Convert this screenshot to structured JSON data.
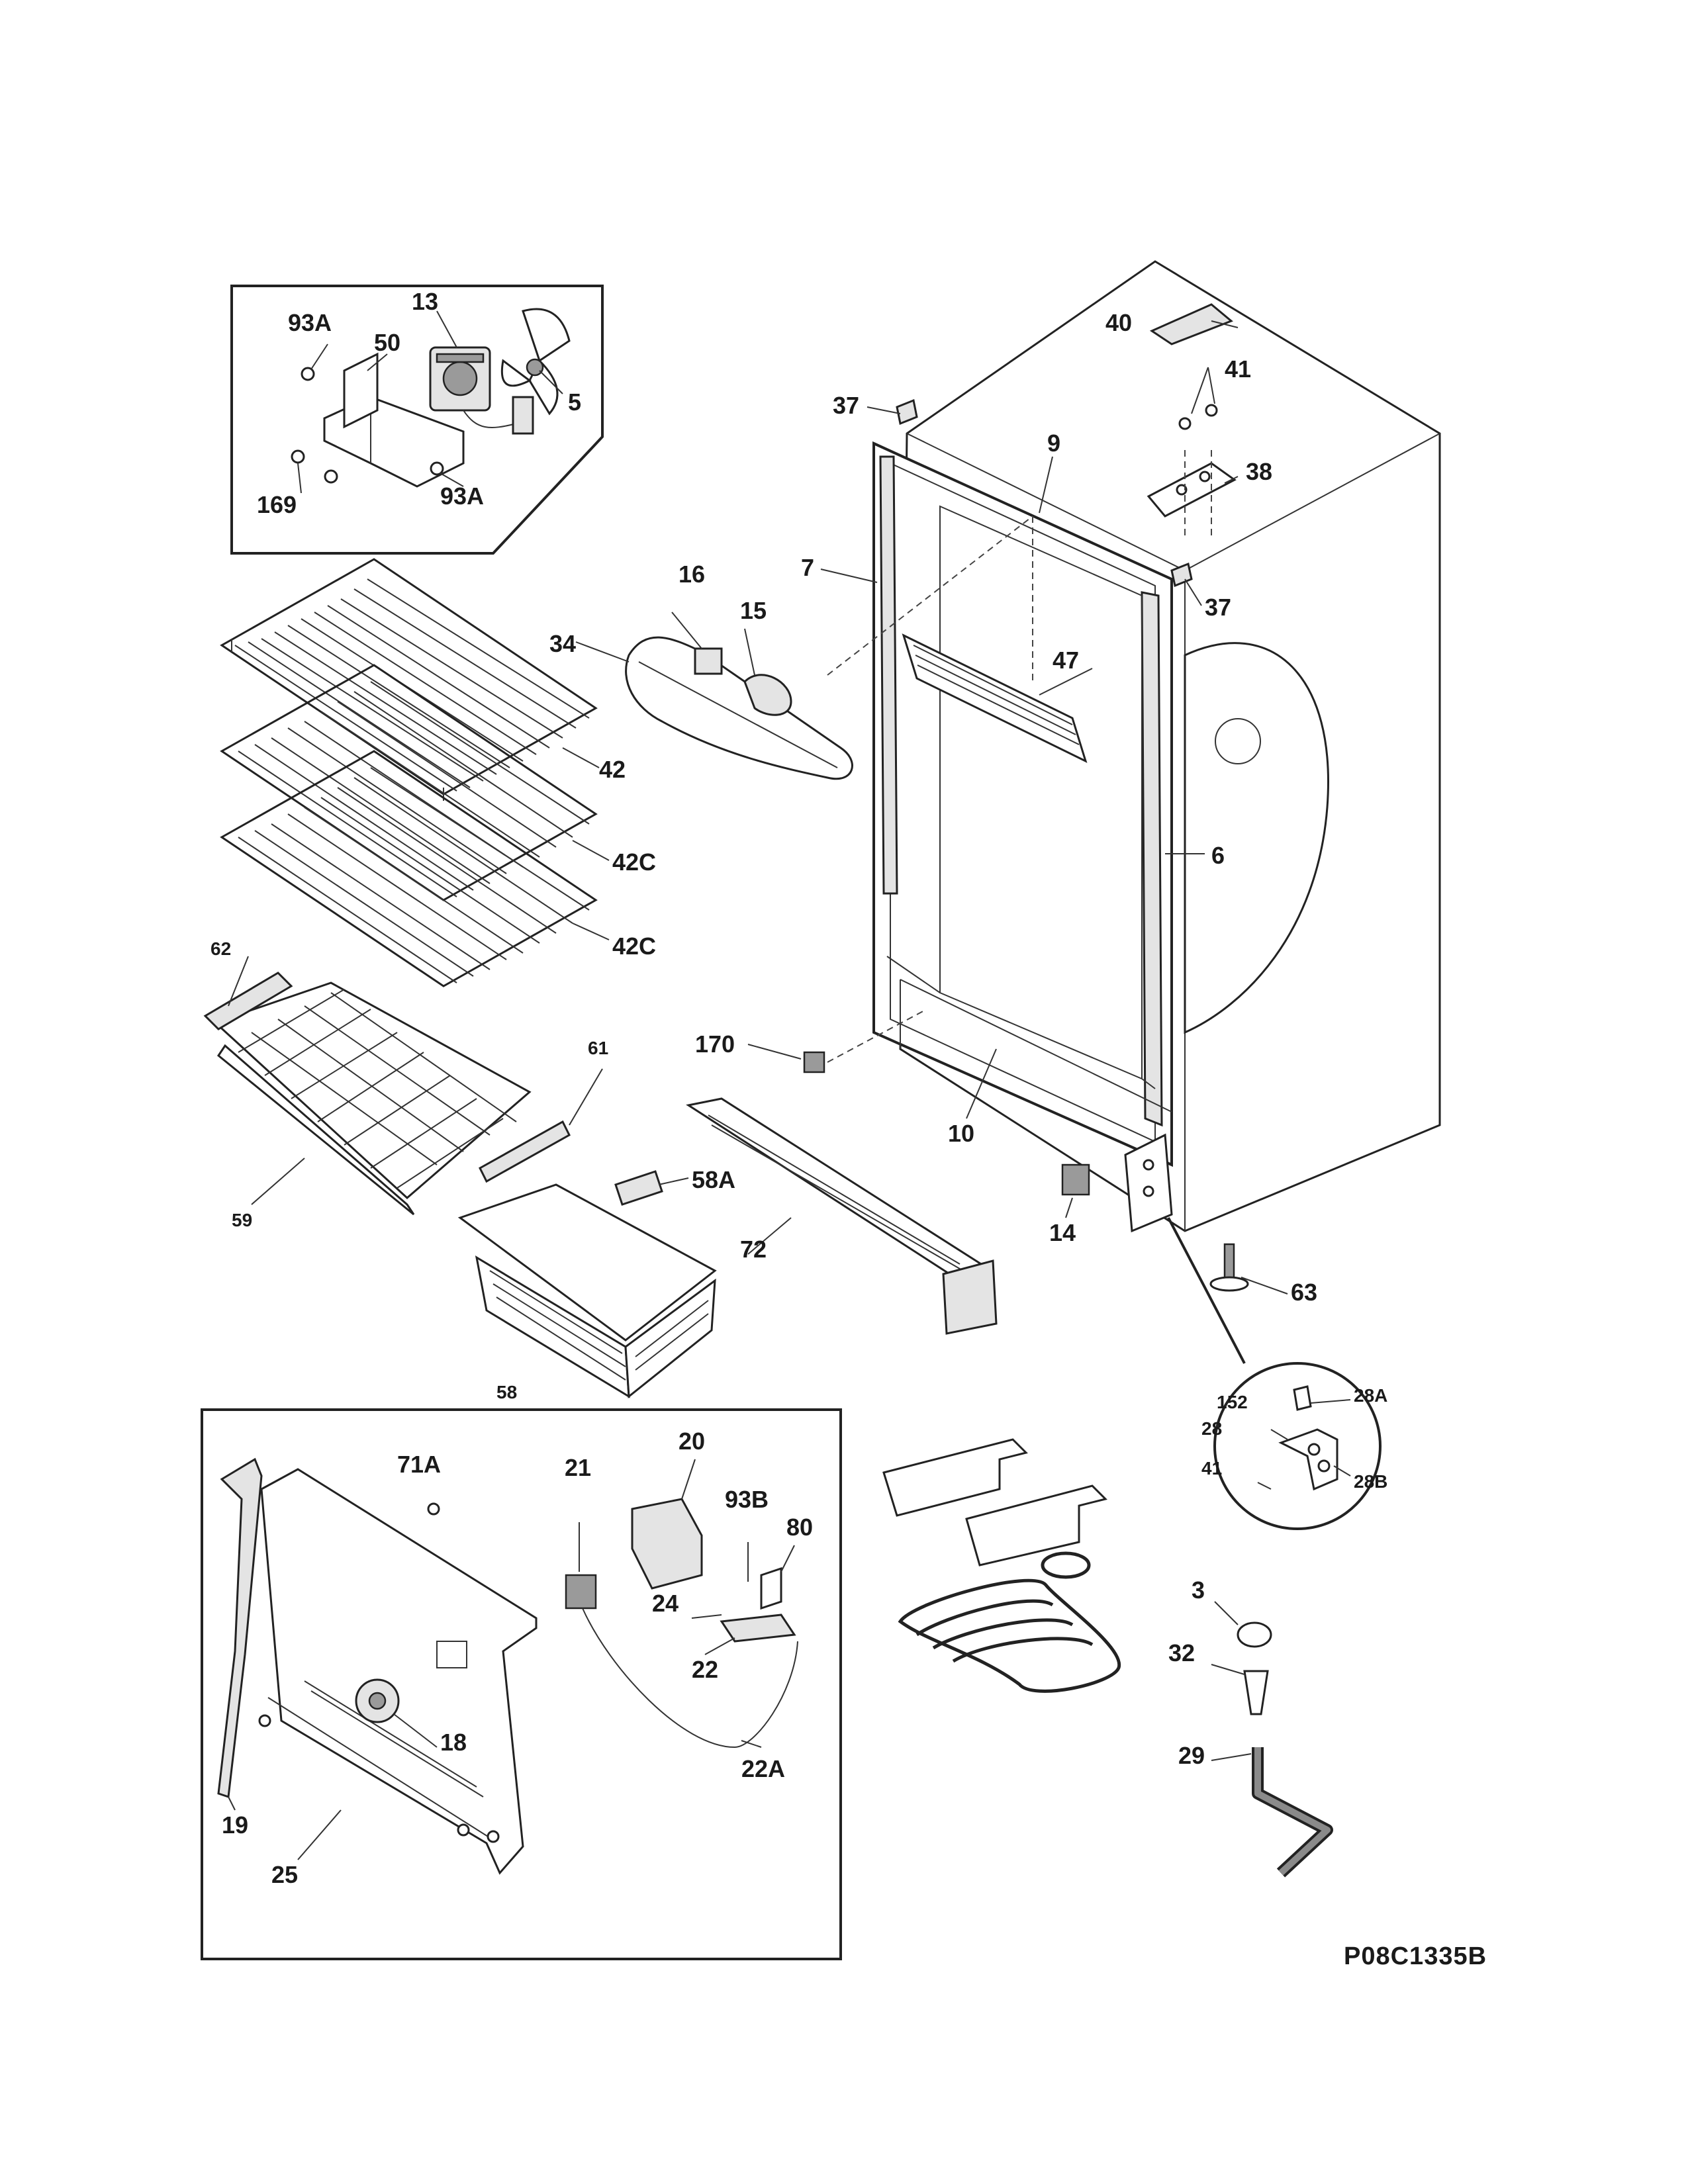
{
  "diagram_id": "P08C1335B",
  "callouts": [
    {
      "key": "13",
      "text": "13"
    },
    {
      "key": "93A_top",
      "text": "93A"
    },
    {
      "key": "50",
      "text": "50"
    },
    {
      "key": "5",
      "text": "5"
    },
    {
      "key": "169",
      "text": "169"
    },
    {
      "key": "93A_bottom",
      "text": "93A"
    },
    {
      "key": "40",
      "text": "40"
    },
    {
      "key": "41_top",
      "text": "41"
    },
    {
      "key": "37_left",
      "text": "37"
    },
    {
      "key": "9",
      "text": "9"
    },
    {
      "key": "38",
      "text": "38"
    },
    {
      "key": "7",
      "text": "7"
    },
    {
      "key": "16",
      "text": "16"
    },
    {
      "key": "15",
      "text": "15"
    },
    {
      "key": "37_right",
      "text": "37"
    },
    {
      "key": "34",
      "text": "34"
    },
    {
      "key": "47",
      "text": "47"
    },
    {
      "key": "42",
      "text": "42"
    },
    {
      "key": "6",
      "text": "6"
    },
    {
      "key": "42C_a",
      "text": "42C"
    },
    {
      "key": "42C_b",
      "text": "42C"
    },
    {
      "key": "62",
      "text": "62"
    },
    {
      "key": "170",
      "text": "170"
    },
    {
      "key": "61",
      "text": "61"
    },
    {
      "key": "10",
      "text": "10"
    },
    {
      "key": "58A",
      "text": "58A"
    },
    {
      "key": "59",
      "text": "59"
    },
    {
      "key": "14",
      "text": "14"
    },
    {
      "key": "72",
      "text": "72"
    },
    {
      "key": "63",
      "text": "63"
    },
    {
      "key": "58",
      "text": "58"
    },
    {
      "key": "152",
      "text": "152"
    },
    {
      "key": "28A",
      "text": "28A"
    },
    {
      "key": "28",
      "text": "28"
    },
    {
      "key": "41_hinge",
      "text": "41"
    },
    {
      "key": "28B",
      "text": "28B"
    },
    {
      "key": "20",
      "text": "20"
    },
    {
      "key": "71A",
      "text": "71A"
    },
    {
      "key": "21",
      "text": "21"
    },
    {
      "key": "93B",
      "text": "93B"
    },
    {
      "key": "80",
      "text": "80"
    },
    {
      "key": "24",
      "text": "24"
    },
    {
      "key": "22",
      "text": "22"
    },
    {
      "key": "3",
      "text": "3"
    },
    {
      "key": "32",
      "text": "32"
    },
    {
      "key": "18",
      "text": "18"
    },
    {
      "key": "29",
      "text": "29"
    },
    {
      "key": "22A",
      "text": "22A"
    },
    {
      "key": "19",
      "text": "19"
    },
    {
      "key": "25",
      "text": "25"
    }
  ]
}
